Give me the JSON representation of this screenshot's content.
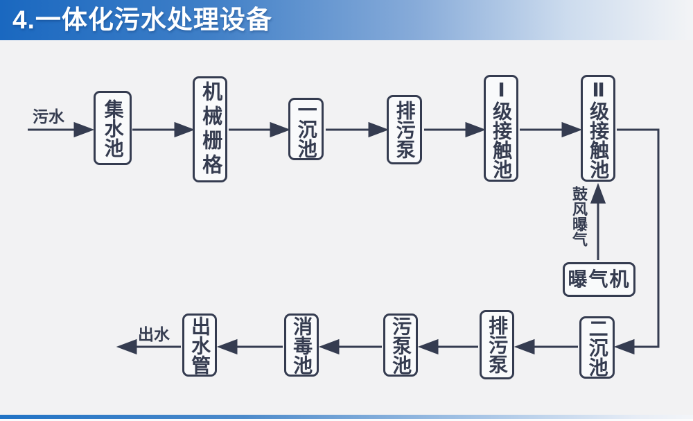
{
  "title": "4.一体化污水处理设备",
  "colors": {
    "banner_blue": "#1a68c0",
    "bottom_bar_blue": "#2173c5",
    "line_dark": "#353c50",
    "background": "#f2f2f3",
    "title_text": "#ffffff"
  },
  "labels": {
    "inflow": "污水",
    "outflow": "出水",
    "aeration": "鼓风曝气"
  },
  "nodes": {
    "collecting_tank": "集水池",
    "mechanical_grid": "机械栅格",
    "primary_sedimentation_tank": "一沉池",
    "sewage_pump_top": "排污泵",
    "level1_contact_tank": "Ⅰ级接触池",
    "level2_contact_tank": "Ⅱ级接触池",
    "aerator": "曝气机",
    "secondary_sedimentation_tank": "二沉池",
    "sewage_pump_bottom": "排污泵",
    "sewage_pump_tank": "污泵池",
    "disinfection_tank": "消毒池",
    "outlet_pipe": "出水管"
  }
}
